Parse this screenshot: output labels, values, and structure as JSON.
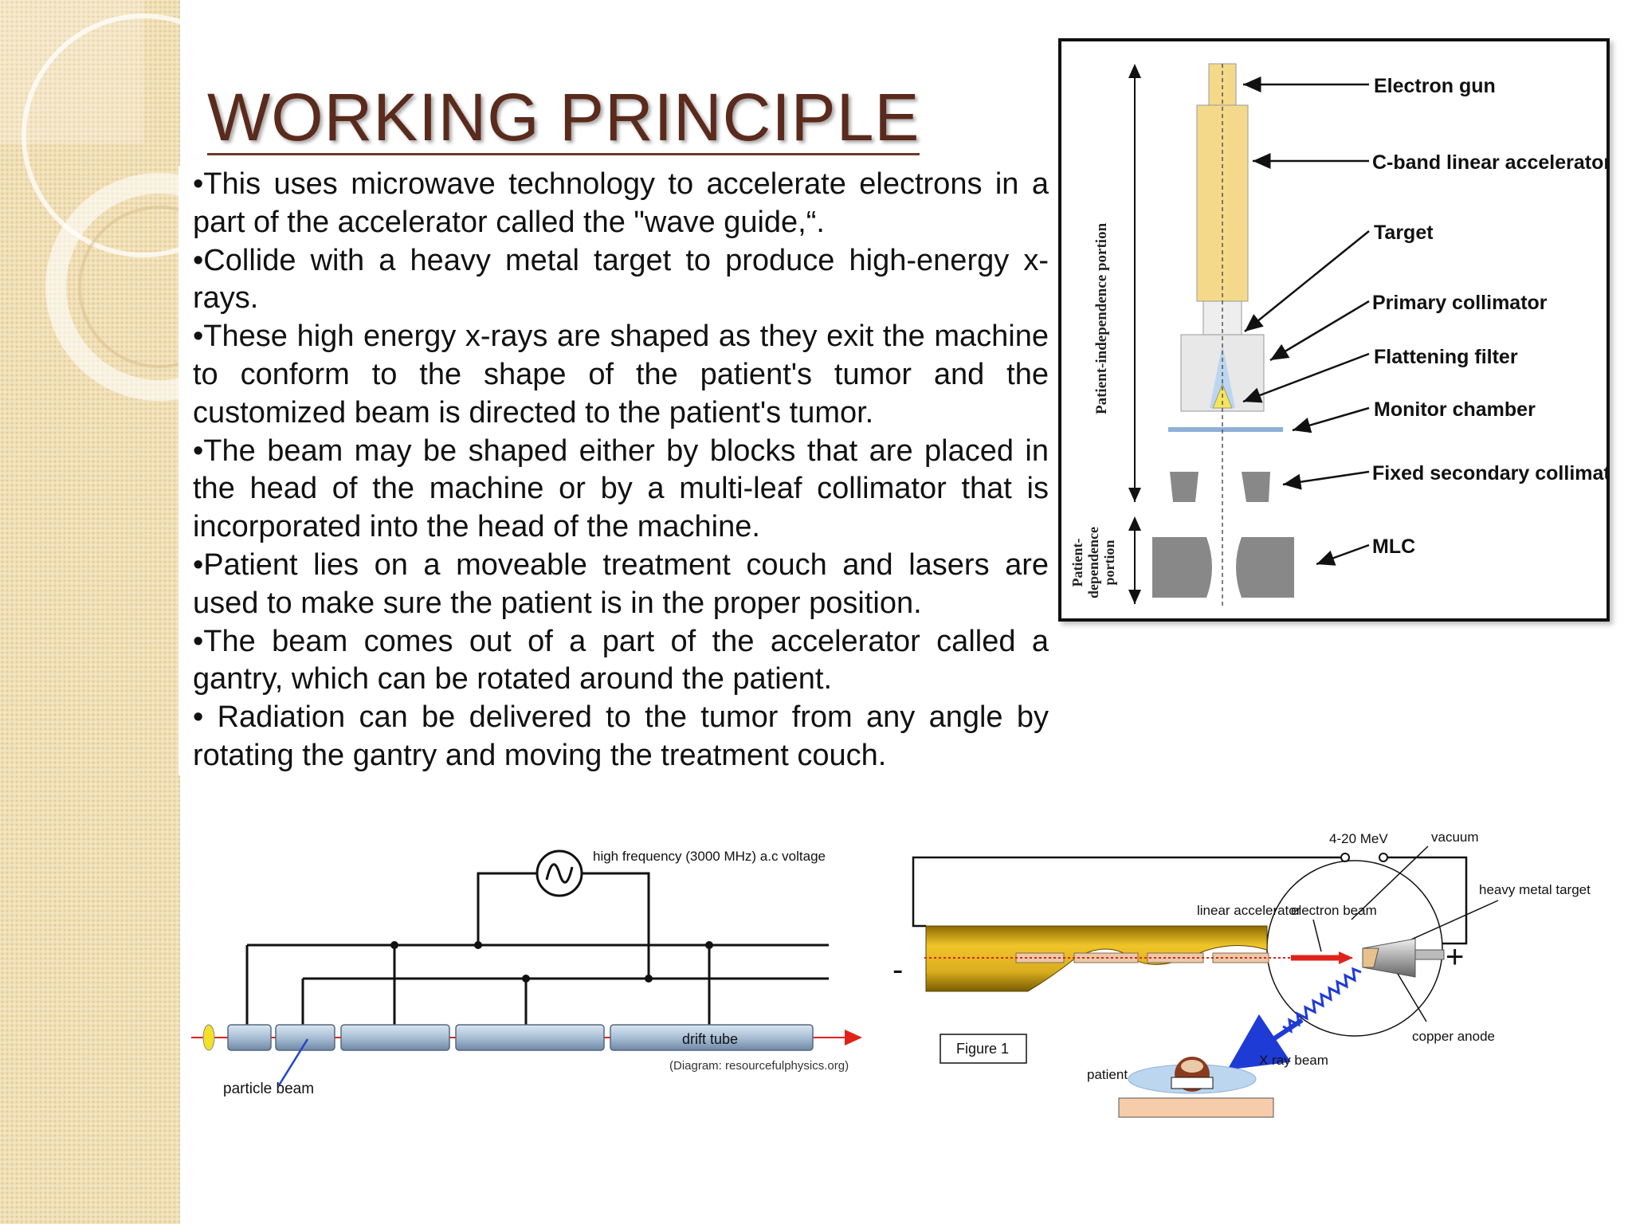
{
  "slide": {
    "title": "WORKING PRINCIPLE",
    "bullets": [
      "•This uses microwave technology to accelerate electrons in a part of the accelerator called the \"wave guide,“.",
      "•Collide with a heavy metal target to produce high-energy x-rays.",
      "•These high energy x-rays are shaped as they exit the machine to conform to the shape of the patient's tumor and the customized beam is directed to the patient's tumor.",
      "•The beam may be shaped either by blocks that are placed in the head of the machine or by a multi-leaf collimator that is incorporated into the head of the machine.",
      "•Patient lies on a moveable treatment couch and lasers are used to make sure the patient is in the proper position.",
      "•The beam comes out of a part of the accelerator called a gantry, which can be rotated around the patient.",
      "• Radiation can be delivered to the tumor from any angle by rotating the gantry and moving the treatment couch."
    ]
  },
  "head_diagram": {
    "labels": {
      "electron_gun": "Electron gun",
      "linac": "C-band linear accelerator",
      "target": "Target",
      "primary_collimator": "Primary collimator",
      "flattening_filter": "Flattening filter",
      "monitor_chamber": "Monitor chamber",
      "fixed_collimator": "Fixed secondary collimator",
      "mlc": "MLC"
    },
    "side_independent": "Patient-independence portion",
    "side_dependent_lines": [
      "Patient-",
      "dependence",
      "portion"
    ]
  },
  "drift_diagram": {
    "voltage_label": "high frequency (3000 MHz) a.c voltage",
    "drift_tube_label": "drift tube",
    "particle_beam_label": "particle beam",
    "credit": "(Diagram: resourcefulphysics.org)"
  },
  "xray_diagram": {
    "energy": "4-20 MeV",
    "vacuum": "vacuum",
    "heavy_metal_target": "heavy metal target",
    "linear_accelerator": "linear accelerator",
    "electron_beam": "electron beam",
    "minus": "-",
    "plus": "+",
    "copper_anode": "copper anode",
    "figure": "Figure 1",
    "xray_beam": "X ray beam",
    "patient": "patient"
  },
  "colors": {
    "title": "#5a2a1c",
    "sidebar": "#f1dfb5",
    "tube": "#a9bfd6",
    "gold": "#d9ad1f",
    "beam_red": "#e0231a",
    "xray_blue": "#1f3bd6"
  }
}
